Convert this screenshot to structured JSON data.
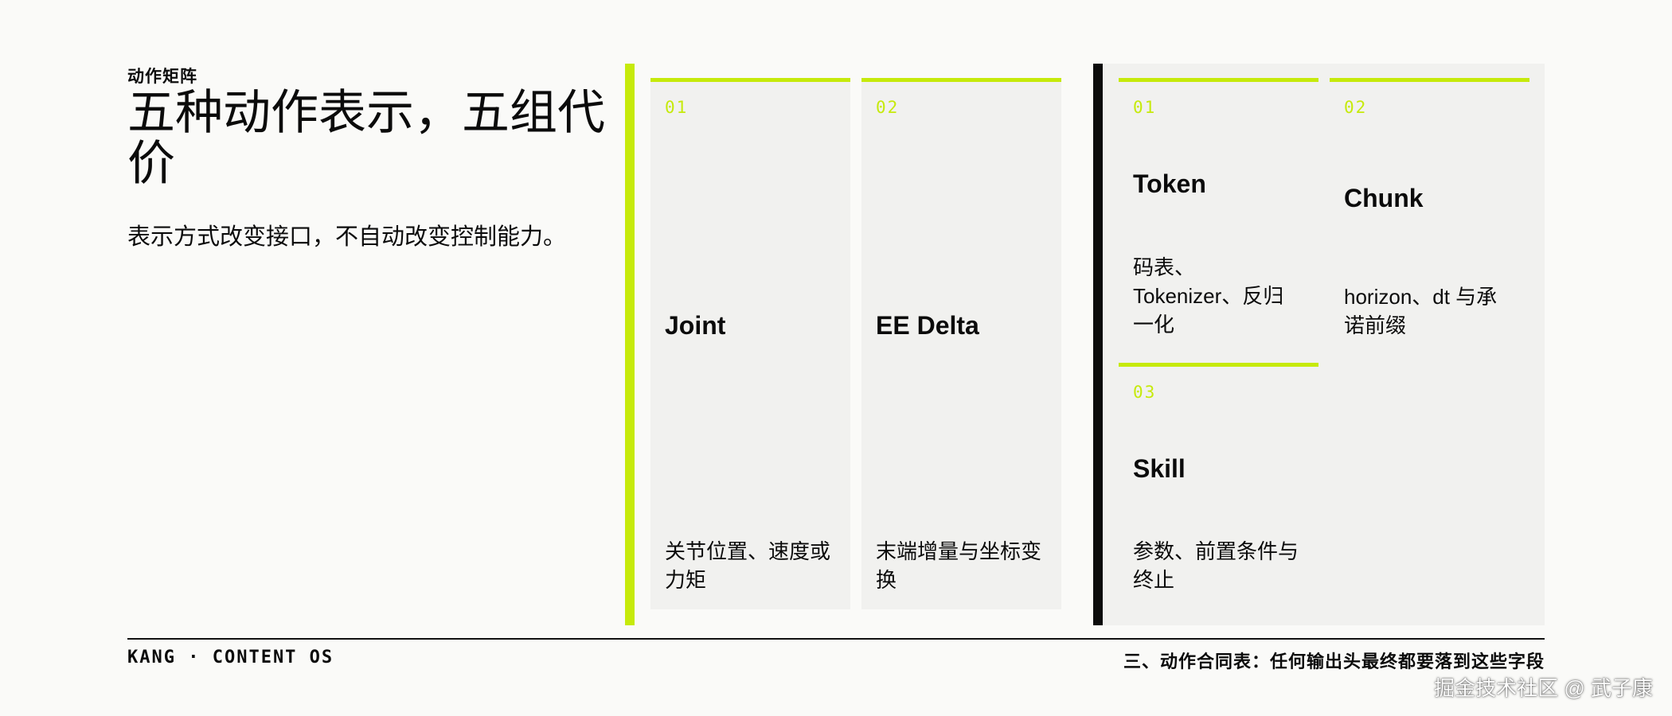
{
  "header": {
    "kicker": "动作矩阵",
    "title": "五种动作表示，五组代价",
    "subtitle": "表示方式改变接口，不自动改变控制能力。"
  },
  "left_group": {
    "cards": [
      {
        "num": "01",
        "name": "Joint",
        "desc": "关节位置、速度或力矩"
      },
      {
        "num": "02",
        "name": "EE Delta",
        "desc": "末端增量与坐标变换"
      }
    ]
  },
  "right_group": {
    "cards": [
      {
        "num": "01",
        "name": "Token",
        "desc": "码表、Tokenizer、反归一化"
      },
      {
        "num": "02",
        "name": "Chunk",
        "desc": "horizon、dt 与承诺前缀"
      },
      {
        "num": "03",
        "name": "Skill",
        "desc": "参数、前置条件与终止"
      }
    ]
  },
  "footer": {
    "left": "KANG · CONTENT OS",
    "right": "三、动作合同表：任何输出头最终都要落到这些字段"
  },
  "watermark": "掘金技术社区 @ 武子康",
  "colors": {
    "accent": "#c6ea0b",
    "dark": "#0b0b0b",
    "card_bg": "#f1f1ef",
    "page_bg": "#fafaf8"
  }
}
